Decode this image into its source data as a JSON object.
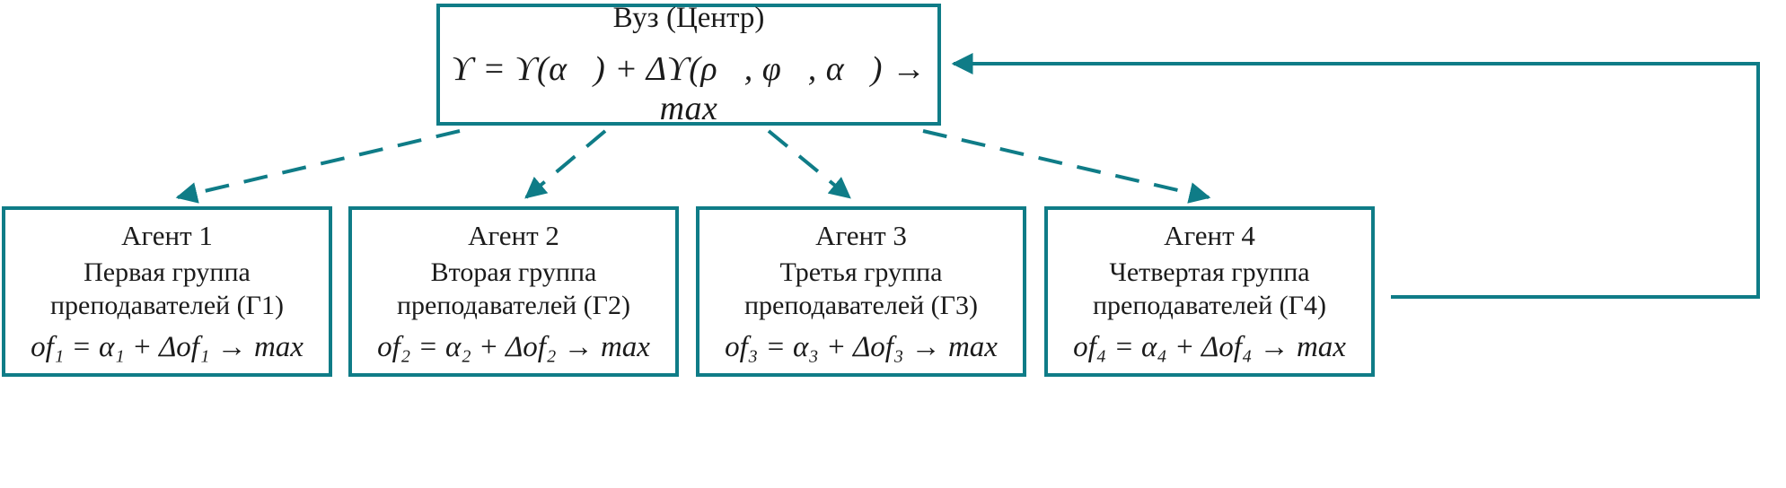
{
  "colors": {
    "accent": "#0f7c87",
    "text": "#1b1b1b",
    "background": "#ffffff"
  },
  "center_box": {
    "title": "Вуз (Центр)",
    "formula": "ϒ = ϒ(α⃗) + Δϒ(ρ⃗, φ⃗, α⃗) → max"
  },
  "agents": [
    {
      "title": "Агент 1",
      "group": "Первая группа преподавателей (Г1)",
      "formula": "of₁ = α₁ + Δof₁ → max"
    },
    {
      "title": "Агент 2",
      "group": "Вторая группа преподавателей (Г2)",
      "formula": "of₂ = α₂ + Δof₂ → max"
    },
    {
      "title": "Агент 3",
      "group": "Третья группа преподавателей (Г3)",
      "formula": "of₃ = α₃ + Δof₃ → max"
    },
    {
      "title": "Агент 4",
      "group": "Четвертая группа преподавателей (Г4)",
      "formula": "of₄ = α₄ + Δof₄ → max"
    }
  ]
}
